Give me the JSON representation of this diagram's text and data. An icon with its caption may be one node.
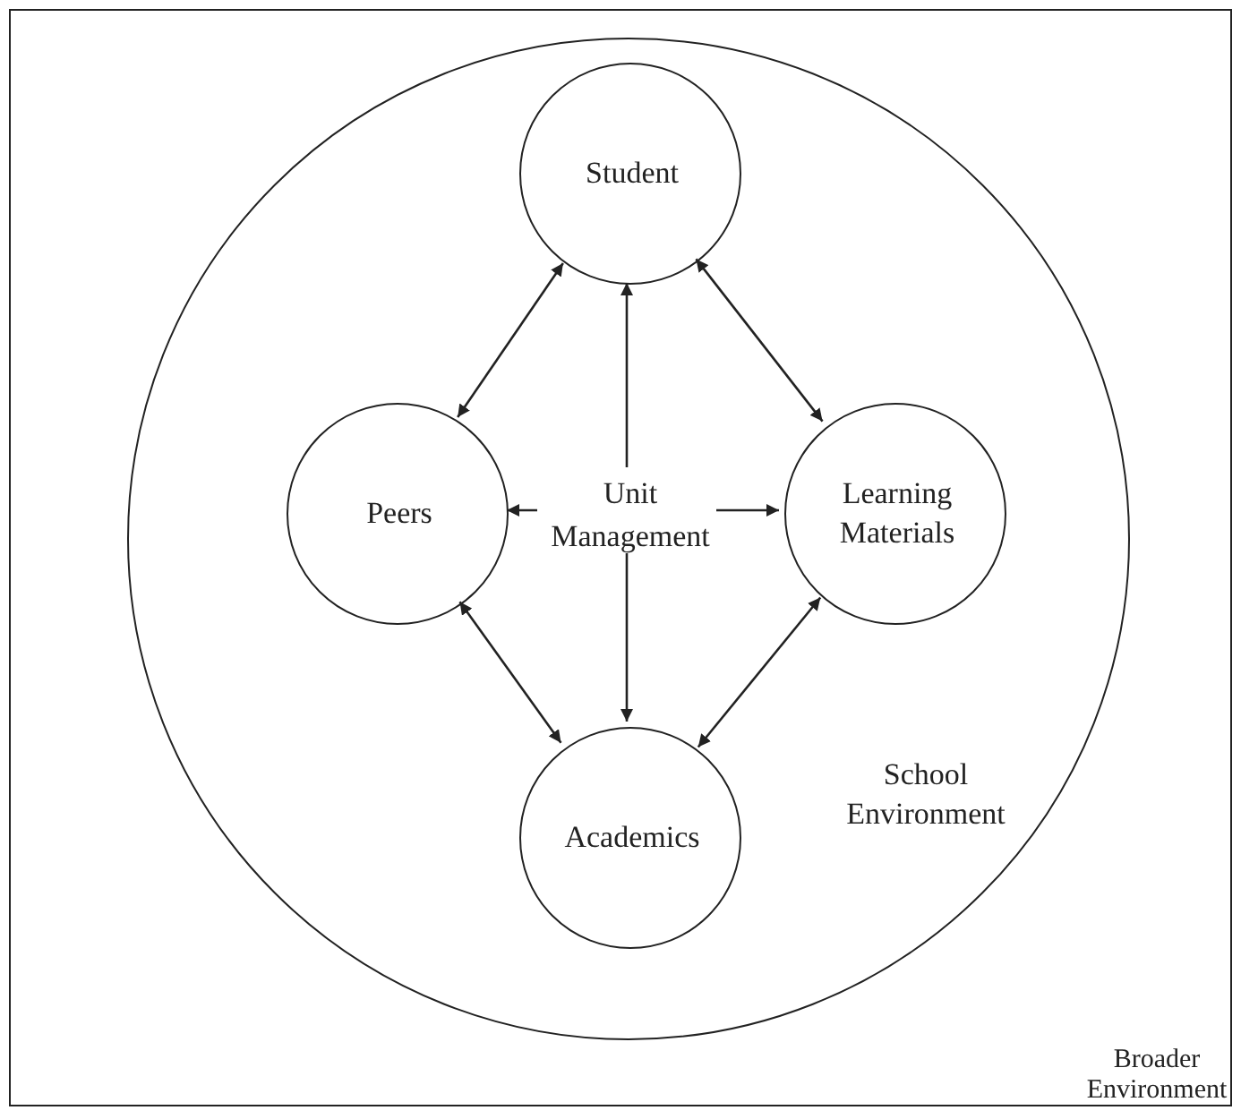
{
  "diagram": {
    "nodes": [
      {
        "text": [
          "Broader Environment"
        ]
      },
      {
        "text": [
          "School Environment"
        ],
        "in": 0
      },
      {
        "text": [
          "Student"
        ],
        "in": 1
      },
      {
        "text": [
          "Peers"
        ],
        "in": 1
      },
      {
        "text": [
          "Learning Materials"
        ],
        "in": 1
      },
      {
        "text": [
          "Academics"
        ],
        "in": 1
      },
      {
        "text": [
          "Unit Management"
        ],
        "in": 1
      }
    ],
    "edges": [
      {
        "from": 2,
        "to": 3,
        "arrow": "both"
      },
      {
        "from": 2,
        "to": 4,
        "arrow": "both"
      },
      {
        "from": 3,
        "to": 5,
        "arrow": "both"
      },
      {
        "from": 4,
        "to": 5,
        "arrow": "both"
      },
      {
        "from": 6,
        "to": 2,
        "arrow": "to"
      },
      {
        "from": 6,
        "to": 5,
        "arrow": "to"
      },
      {
        "from": 6,
        "to": 3,
        "arrow": "to"
      },
      {
        "from": 6,
        "to": 4,
        "arrow": "to"
      }
    ]
  }
}
